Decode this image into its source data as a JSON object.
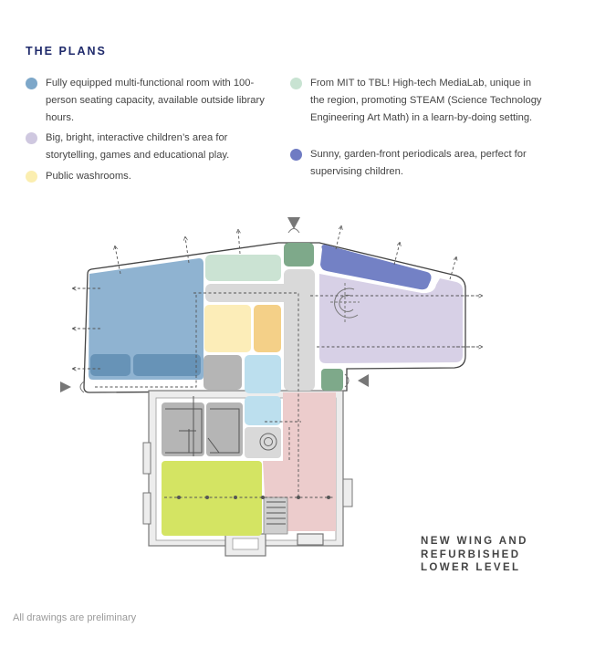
{
  "title": "THE PLANS",
  "legend": [
    {
      "text": "Fully equipped multi-functional room with 100-person seating capacity, available outside library hours.",
      "color": "#7da7c9"
    },
    {
      "text": "Big, bright, interactive children’s area for storytelling, games and educational play.",
      "color": "#cfc8e0"
    },
    {
      "text": "Public washrooms.",
      "color": "#fbeeb0"
    },
    {
      "text": "From MIT to TBL! High-tech MediaLab, unique in the region, promoting STEAM (Science Technology Engineering Art Math) in a learn-by-doing setting.",
      "color": "#c8e3d2"
    },
    {
      "text": "Sunny, garden-front periodicals area, perfect for supervising children.",
      "color": "#6f7bc3"
    }
  ],
  "caption": "NEW WING AND\nREFURBISHED\nLOWER LEVEL",
  "footnote": "All drawings are preliminary",
  "colors": {
    "multifunctional_room": "#8fb3d1",
    "multifunctional_dark": "#6793b7",
    "childrens_area": "#d7d0e6",
    "washrooms": "#fcedb8",
    "washroom_dark": "#f4d088",
    "medialab": "#cbe3d3",
    "periodicals": "#7381c5",
    "entrance": "#7ea98a",
    "stairs_blue": "#bcdfee",
    "circulation": "#d9d9d9",
    "lower_pink": "#eccccc",
    "lower_green": "#d4e463"
  }
}
